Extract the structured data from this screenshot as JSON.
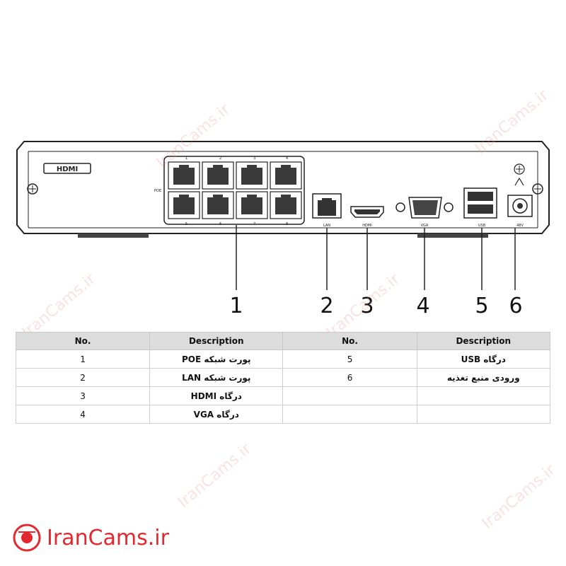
{
  "device": {
    "hdmi_logo": "HDMI",
    "poe_tag": "POE",
    "port_numbers_top": [
      "1",
      "2",
      "3",
      "4"
    ],
    "port_numbers_bottom": [
      "5",
      "6",
      "7",
      "8"
    ],
    "lan_label": "LAN",
    "hdmi_label": "HDMI",
    "vga_label": "VGA",
    "usb_label": "USB",
    "power_label": "48V"
  },
  "callouts": [
    "1",
    "2",
    "3",
    "4",
    "5",
    "6"
  ],
  "table": {
    "headers": [
      "No.",
      "Description",
      "No.",
      "Description"
    ],
    "rows": [
      {
        "no_left": "1",
        "desc_left": "پورت شبکه POE",
        "no_right": "5",
        "desc_right": "درگاه USB"
      },
      {
        "no_left": "2",
        "desc_left": "پورت شبکه LAN",
        "no_right": "6",
        "desc_right": "ورودی منبع تغذیه"
      },
      {
        "no_left": "3",
        "desc_left": "درگاه HDMI",
        "no_right": "",
        "desc_right": ""
      },
      {
        "no_left": "4",
        "desc_left": "درگاه VGA",
        "no_right": "",
        "desc_right": ""
      }
    ]
  },
  "watermark": "IranCams.ir",
  "brand": {
    "text": "IranCams.ir",
    "color": "#e3282f"
  }
}
